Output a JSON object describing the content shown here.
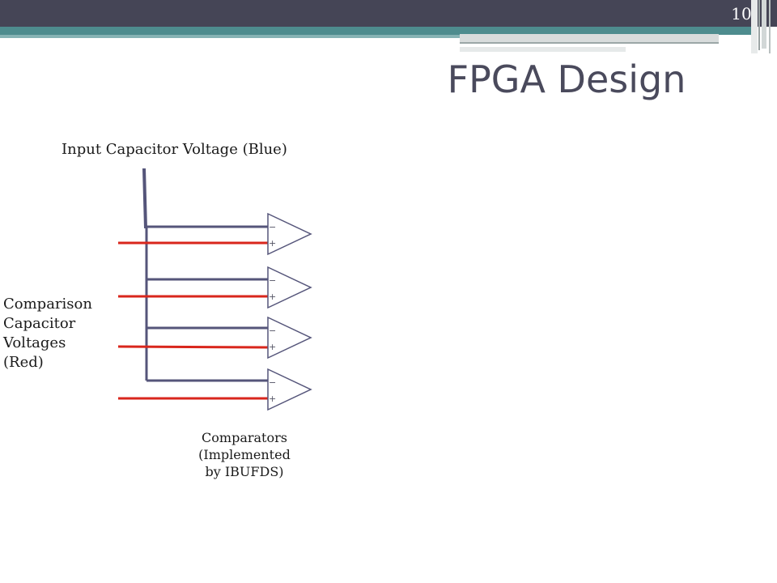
{
  "slide": {
    "page_number": "10",
    "title": "FPGA Design"
  },
  "labels": {
    "input": "Input Capacitor Voltage (Blue)",
    "comparison": [
      "Comparison",
      "Capacitor",
      "Voltages",
      "(Red)"
    ],
    "comparators": [
      "Comparators",
      "(Implemented",
      "by IBUFDS)"
    ]
  },
  "comparator": {
    "minus_symbol": "−",
    "plus_symbol": "+"
  },
  "colors": {
    "input_wire": "#55557a",
    "comparison_wire": "#d9261c",
    "header_bar": "#454556",
    "accent_teal": "#4e8c8e"
  }
}
